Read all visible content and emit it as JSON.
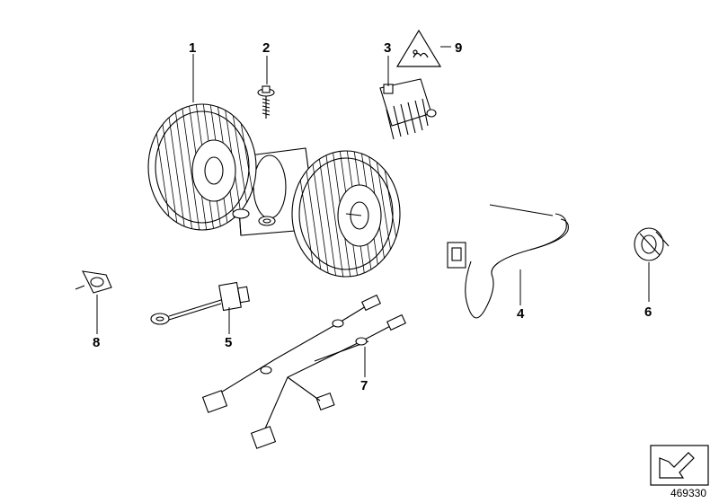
{
  "diagram": {
    "callouts": {
      "c1": "1",
      "c2": "2",
      "c3": "3",
      "c4": "4",
      "c5": "5",
      "c6": "6",
      "c7": "7",
      "c8": "8",
      "c9": "9"
    },
    "reference_number": "469330"
  },
  "colors": {
    "line": "#000000",
    "background": "#ffffff"
  }
}
